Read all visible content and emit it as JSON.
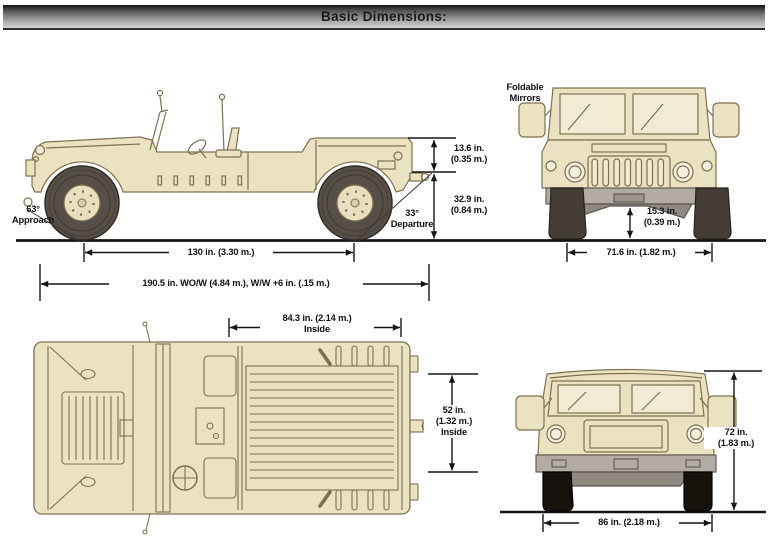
{
  "title": "Basic Dimensions:",
  "side_view": {
    "approach_angle": "63°",
    "approach_word": "Approach",
    "departure_angle": "33°",
    "departure_word": "Departure",
    "rear_height_in": "13.6 in.",
    "rear_height_m": "(0.35 m.)",
    "bumper_height_in": "32.9 in.",
    "bumper_height_m": "(0.84 m.)",
    "wheelbase": "130 in. (3.30 m.)",
    "overall_length": "190.5 in. WO/W (4.84 m.), W/W +6 in. (.15 m.)"
  },
  "front_view": {
    "mirrors_line1": "Foldable",
    "mirrors_line2": "Mirrors",
    "clearance_in": "15.3 in.",
    "clearance_m": "(0.39 m.)",
    "track": "71.6 in. (1.82 m.)"
  },
  "top_view": {
    "bed_length": "84.3 in. (2.14 m.)",
    "bed_length_note": "Inside",
    "bed_width_in": "52 in.",
    "bed_width_m": "(1.32 m.)",
    "bed_width_note": "Inside"
  },
  "front_view_roofed": {
    "height_in": "72 in.",
    "height_m": "(1.83 m.)",
    "width": "86 in. (2.18 m.)"
  },
  "colors": {
    "body": "#ebe2c1",
    "pane": "#f1ebd6",
    "outline": "#7d7150",
    "wheel_side": "#564f48",
    "tire_black": "#17110b",
    "bumper_gray": "#b2aca4",
    "undercarriage": "#8f8981",
    "line": "#151515",
    "title_bar_top": "#141414",
    "title_bar_bottom": "#d2d2d2"
  }
}
